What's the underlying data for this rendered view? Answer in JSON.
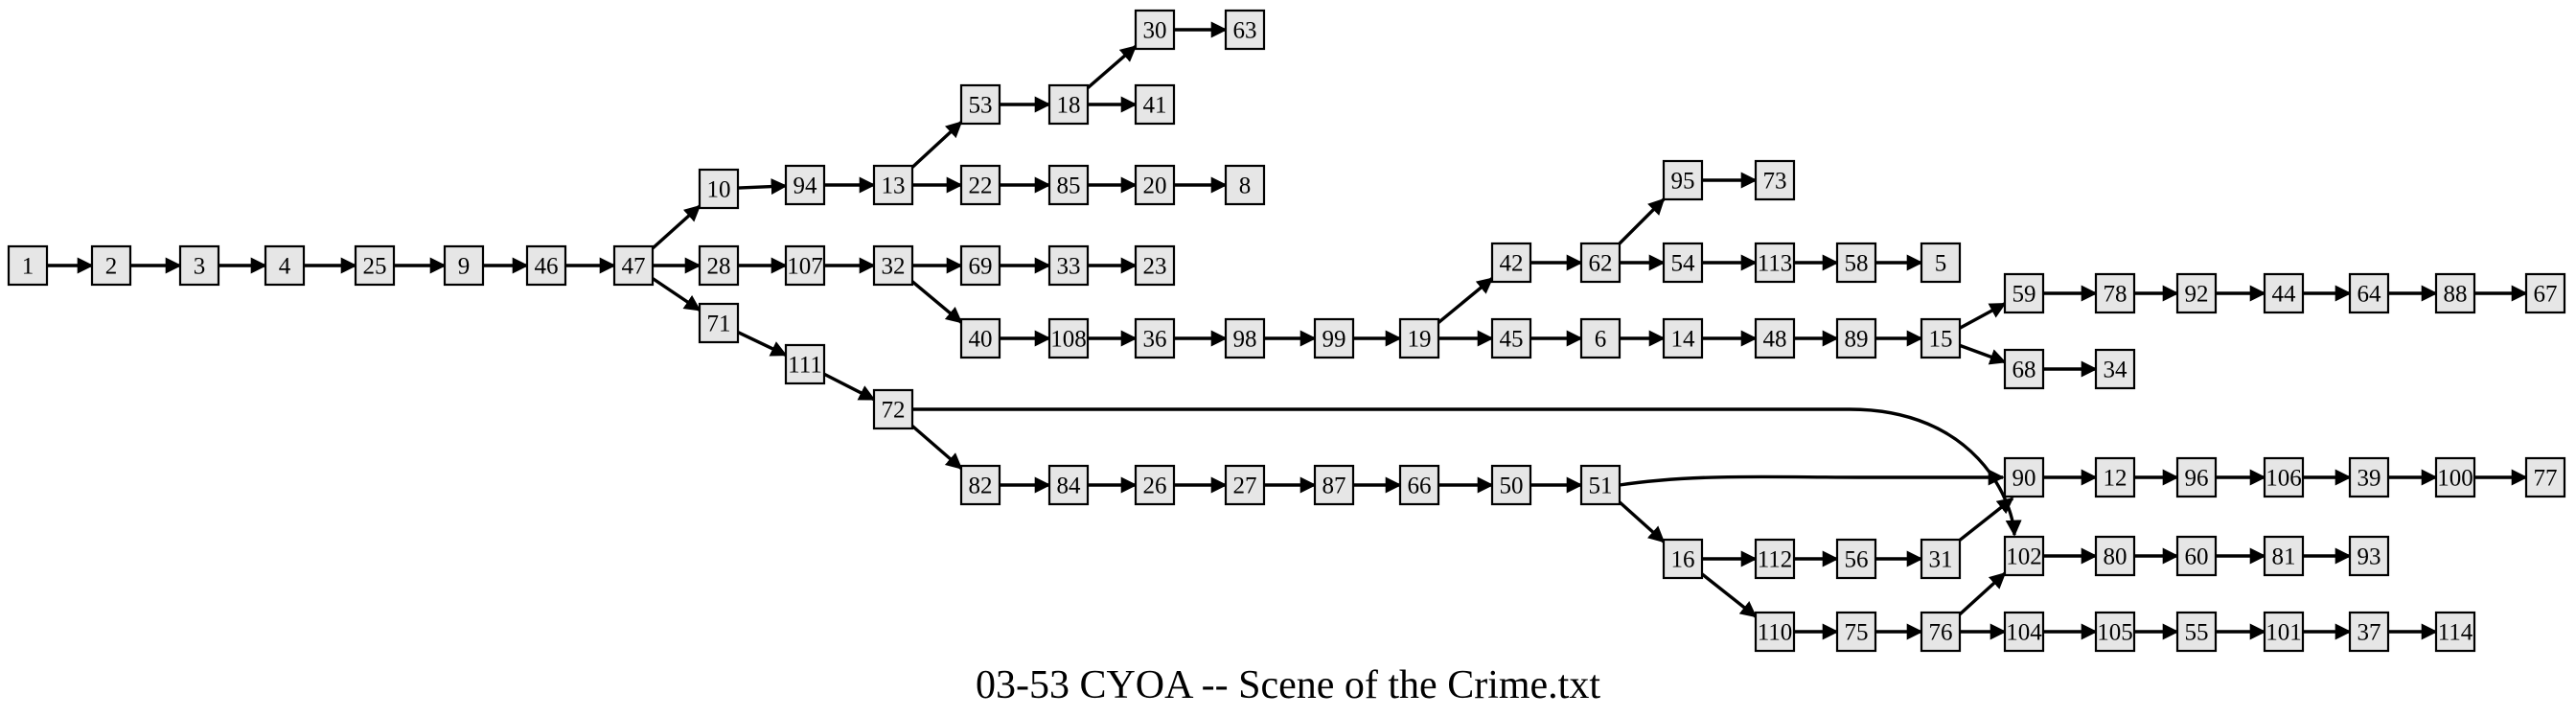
{
  "caption": "03-53 CYOA -- Scene of the Crime.txt",
  "nodes": [
    "1",
    "2",
    "3",
    "4",
    "25",
    "9",
    "46",
    "47",
    "10",
    "28",
    "71",
    "94",
    "107",
    "111",
    "13",
    "32",
    "72",
    "53",
    "22",
    "69",
    "40",
    "82",
    "18",
    "85",
    "33",
    "108",
    "84",
    "30",
    "41",
    "20",
    "23",
    "36",
    "26",
    "63",
    "8",
    "98",
    "27",
    "99",
    "87",
    "19",
    "66",
    "42",
    "45",
    "50",
    "62",
    "6",
    "51",
    "95",
    "54",
    "14",
    "16",
    "73",
    "113",
    "48",
    "112",
    "110",
    "58",
    "89",
    "56",
    "75",
    "5",
    "15",
    "31",
    "76",
    "59",
    "68",
    "90",
    "102",
    "104",
    "78",
    "34",
    "12",
    "80",
    "105",
    "92",
    "96",
    "60",
    "55",
    "44",
    "106",
    "81",
    "101",
    "64",
    "39",
    "93",
    "37",
    "88",
    "100",
    "114",
    "67",
    "77"
  ],
  "edges": [
    [
      "1",
      "2"
    ],
    [
      "2",
      "3"
    ],
    [
      "3",
      "4"
    ],
    [
      "4",
      "25"
    ],
    [
      "25",
      "9"
    ],
    [
      "9",
      "46"
    ],
    [
      "46",
      "47"
    ],
    [
      "47",
      "10"
    ],
    [
      "47",
      "28"
    ],
    [
      "47",
      "71"
    ],
    [
      "10",
      "94"
    ],
    [
      "94",
      "13"
    ],
    [
      "13",
      "53"
    ],
    [
      "13",
      "22"
    ],
    [
      "53",
      "18"
    ],
    [
      "18",
      "30"
    ],
    [
      "18",
      "41"
    ],
    [
      "30",
      "63"
    ],
    [
      "22",
      "85"
    ],
    [
      "85",
      "20"
    ],
    [
      "20",
      "8"
    ],
    [
      "28",
      "107"
    ],
    [
      "107",
      "32"
    ],
    [
      "32",
      "69"
    ],
    [
      "32",
      "40"
    ],
    [
      "69",
      "33"
    ],
    [
      "33",
      "23"
    ],
    [
      "40",
      "108"
    ],
    [
      "108",
      "36"
    ],
    [
      "36",
      "98"
    ],
    [
      "98",
      "99"
    ],
    [
      "99",
      "19"
    ],
    [
      "19",
      "42"
    ],
    [
      "19",
      "45"
    ],
    [
      "42",
      "62"
    ],
    [
      "62",
      "95"
    ],
    [
      "62",
      "54"
    ],
    [
      "95",
      "73"
    ],
    [
      "54",
      "113"
    ],
    [
      "113",
      "58"
    ],
    [
      "58",
      "5"
    ],
    [
      "45",
      "6"
    ],
    [
      "6",
      "14"
    ],
    [
      "14",
      "48"
    ],
    [
      "48",
      "89"
    ],
    [
      "89",
      "15"
    ],
    [
      "15",
      "59"
    ],
    [
      "15",
      "68"
    ],
    [
      "68",
      "34"
    ],
    [
      "59",
      "78"
    ],
    [
      "78",
      "92"
    ],
    [
      "92",
      "44"
    ],
    [
      "44",
      "64"
    ],
    [
      "64",
      "88"
    ],
    [
      "88",
      "67"
    ],
    [
      "71",
      "111"
    ],
    [
      "111",
      "72"
    ],
    [
      "72",
      "102"
    ],
    [
      "72",
      "82"
    ],
    [
      "82",
      "84"
    ],
    [
      "84",
      "26"
    ],
    [
      "26",
      "27"
    ],
    [
      "27",
      "87"
    ],
    [
      "87",
      "66"
    ],
    [
      "66",
      "50"
    ],
    [
      "50",
      "51"
    ],
    [
      "51",
      "90"
    ],
    [
      "51",
      "16"
    ],
    [
      "16",
      "112"
    ],
    [
      "16",
      "110"
    ],
    [
      "112",
      "56"
    ],
    [
      "56",
      "31"
    ],
    [
      "31",
      "90"
    ],
    [
      "110",
      "75"
    ],
    [
      "75",
      "76"
    ],
    [
      "76",
      "102"
    ],
    [
      "76",
      "104"
    ],
    [
      "90",
      "12"
    ],
    [
      "12",
      "96"
    ],
    [
      "96",
      "106"
    ],
    [
      "106",
      "39"
    ],
    [
      "39",
      "100"
    ],
    [
      "100",
      "77"
    ],
    [
      "102",
      "80"
    ],
    [
      "80",
      "60"
    ],
    [
      "60",
      "81"
    ],
    [
      "81",
      "93"
    ],
    [
      "104",
      "105"
    ],
    [
      "105",
      "55"
    ],
    [
      "55",
      "101"
    ],
    [
      "101",
      "37"
    ],
    [
      "37",
      "114"
    ]
  ]
}
